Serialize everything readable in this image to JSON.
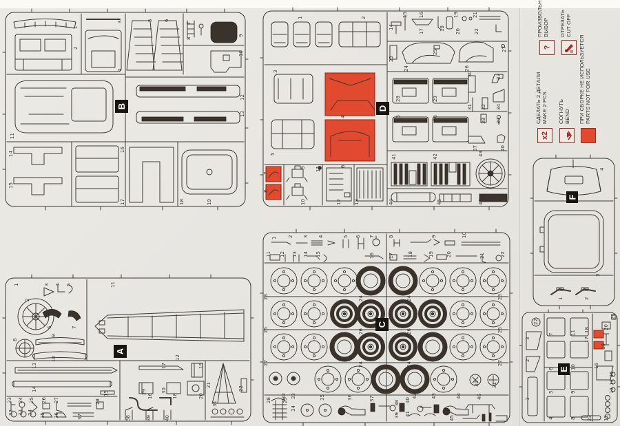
{
  "document": {
    "kind": "model-kit sprue parts map",
    "colors": {
      "paper": "#e8e6e1",
      "line": "#3d3a35",
      "red_highlight": "#e14a2e",
      "legend_red": "#b6251d",
      "badge_bg": "#181410",
      "badge_fg": "#ffffff"
    }
  },
  "legend": {
    "items": [
      {
        "id": "optional-choice",
        "icon": "question-icon",
        "icon_label": "?",
        "ru": "ПРОИЗВОЛЬНЫЙ",
        "en": "ВЫБОР"
      },
      {
        "id": "cut-off",
        "icon": "knife-icon",
        "icon_label": "",
        "ru": "ОТРЕЗАТЬ",
        "en": "CUT OFF"
      },
      {
        "id": "make-2-pcs",
        "icon": "x2-icon",
        "icon_label": "x2",
        "ru": "СДЕЛАТЬ 2 ДЕТАЛИ",
        "en": "MAKE 2 PCS"
      },
      {
        "id": "bend",
        "icon": "bend-arrow-icon",
        "icon_label": "",
        "ru": "СОГНУТЬ",
        "en": "BEND"
      },
      {
        "id": "not-for-use",
        "icon": "red-square-icon",
        "icon_label": "",
        "ru": "ПРИ СБОРКЕ НЕ ИСПОЛЬЗУЕТСЯ",
        "en": "PARTS NOT FOR USE"
      }
    ]
  },
  "sprues": {
    "B": {
      "letter": "B",
      "red_parts": [],
      "parts": [
        [
          1,
          106,
          26
        ],
        [
          2,
          106,
          56
        ],
        [
          3,
          170,
          18
        ],
        [
          4,
          170,
          88
        ],
        [
          5,
          214,
          16
        ],
        [
          6,
          238,
          16
        ],
        [
          7,
          270,
          20
        ],
        [
          8,
          270,
          42
        ],
        [
          9,
          346,
          38
        ],
        [
          10,
          346,
          66
        ],
        [
          11,
          14,
          186
        ],
        [
          12,
          348,
          130
        ],
        [
          13,
          348,
          154
        ],
        [
          14,
          12,
          212
        ],
        [
          15,
          12,
          258
        ],
        [
          16,
          174,
          206
        ],
        [
          17,
          174,
          282
        ],
        [
          18,
          260,
          282
        ],
        [
          19,
          300,
          282
        ]
      ]
    },
    "D": {
      "letter": "D",
      "red_parts": [
        4,
        6,
        7,
        8
      ],
      "parts": [
        [
          1,
          58,
          14
        ],
        [
          2,
          150,
          14
        ],
        [
          3,
          22,
          92
        ],
        [
          4,
          120,
          158
        ],
        [
          5,
          18,
          212
        ],
        [
          6,
          120,
          230
        ],
        [
          7,
          8,
          240
        ],
        [
          8,
          8,
          266
        ],
        [
          9,
          62,
          232
        ],
        [
          10,
          62,
          284
        ],
        [
          11,
          84,
          236
        ],
        [
          12,
          114,
          284
        ],
        [
          13,
          140,
          284
        ],
        [
          14,
          190,
          30
        ],
        [
          15,
          210,
          12
        ],
        [
          16,
          234,
          12
        ],
        [
          17,
          234,
          36
        ],
        [
          18,
          264,
          32
        ],
        [
          19,
          284,
          12
        ],
        [
          20,
          287,
          36
        ],
        [
          21,
          312,
          12
        ],
        [
          22,
          314,
          36
        ],
        [
          23,
          190,
          76
        ],
        [
          24,
          212,
          90
        ],
        [
          25,
          254,
          66
        ],
        [
          26,
          300,
          90
        ],
        [
          27,
          354,
          62
        ],
        [
          28,
          200,
          134
        ],
        [
          29,
          254,
          134
        ],
        [
          30,
          304,
          98
        ],
        [
          31,
          304,
          146
        ],
        [
          32,
          324,
          146
        ],
        [
          33,
          346,
          102
        ],
        [
          34,
          346,
          146
        ],
        [
          35,
          200,
          162
        ],
        [
          36,
          254,
          162
        ],
        [
          37,
          312,
          206
        ],
        [
          38,
          324,
          166
        ],
        [
          39,
          346,
          166
        ],
        [
          40,
          352,
          206
        ],
        [
          41,
          194,
          218
        ],
        [
          42,
          254,
          218
        ],
        [
          43,
          320,
          214
        ],
        [
          44,
          190,
          284
        ],
        [
          45,
          260,
          284
        ],
        [
          46,
          320,
          284
        ]
      ]
    },
    "A": {
      "letter": "A",
      "red_parts": [],
      "parts": [
        [
          1,
          20,
          14
        ],
        [
          2,
          36,
          36
        ],
        [
          3,
          64,
          14
        ],
        [
          4,
          80,
          14
        ],
        [
          5,
          96,
          14
        ],
        [
          6,
          68,
          76
        ],
        [
          7,
          104,
          76
        ],
        [
          8,
          18,
          94
        ],
        [
          9,
          74,
          88
        ],
        [
          10,
          74,
          124
        ],
        [
          11,
          160,
          16
        ],
        [
          12,
          254,
          122
        ],
        [
          13,
          46,
          134
        ],
        [
          14,
          46,
          168
        ],
        [
          15,
          150,
          174
        ],
        [
          16,
          214,
          178
        ],
        [
          17,
          234,
          134
        ],
        [
          18,
          250,
          178
        ],
        [
          19,
          288,
          134
        ],
        [
          20,
          288,
          178
        ],
        [
          21,
          299,
          162
        ],
        [
          22,
          346,
          167
        ],
        [
          23,
          10,
          184
        ],
        [
          24,
          26,
          184
        ],
        [
          25,
          42,
          184
        ],
        [
          26,
          60,
          184
        ],
        [
          27,
          78,
          184
        ],
        [
          28,
          138,
          186
        ],
        [
          29,
          205,
          172
        ],
        [
          30,
          234,
          170
        ],
        [
          31,
          308,
          189
        ],
        [
          32,
          12,
          202
        ],
        [
          33,
          26,
          202
        ],
        [
          34,
          40,
          202
        ],
        [
          35,
          58,
          206
        ],
        [
          36,
          78,
          206
        ],
        [
          37,
          112,
          208
        ],
        [
          38,
          182,
          210
        ],
        [
          39,
          212,
          210
        ],
        [
          40,
          239,
          210
        ]
      ]
    },
    "C": {
      "letter": "C",
      "red_parts": [],
      "parts": [
        [
          1,
          20,
          12
        ],
        [
          2,
          44,
          10
        ],
        [
          3,
          66,
          10
        ],
        [
          4,
          88,
          10
        ],
        [
          5,
          124,
          10
        ],
        [
          6,
          142,
          10
        ],
        [
          7,
          162,
          10
        ],
        [
          8,
          190,
          10
        ],
        [
          9,
          252,
          10
        ],
        [
          10,
          296,
          10
        ],
        [
          11,
          12,
          38
        ],
        [
          12,
          32,
          38
        ],
        [
          13,
          50,
          38
        ],
        [
          14,
          66,
          38
        ],
        [
          15,
          84,
          38
        ],
        [
          16,
          162,
          40
        ],
        [
          17,
          190,
          40
        ],
        [
          18,
          218,
          38
        ],
        [
          19,
          248,
          38
        ],
        [
          20,
          274,
          38
        ],
        [
          21,
          322,
          40
        ],
        [
          22,
          352,
          38
        ],
        [
          23,
          8,
          100
        ],
        [
          24,
          146,
          102
        ],
        [
          24,
          216,
          102
        ],
        [
          23,
          348,
          100
        ],
        [
          25,
          8,
          148
        ],
        [
          26,
          146,
          150
        ],
        [
          26,
          216,
          150
        ],
        [
          25,
          348,
          148
        ],
        [
          27,
          8,
          196
        ],
        [
          24,
          146,
          198
        ],
        [
          24,
          216,
          198
        ],
        [
          27,
          348,
          196
        ],
        [
          28,
          12,
          250
        ],
        [
          29,
          36,
          250
        ],
        [
          30,
          314,
          226
        ],
        [
          31,
          340,
          228
        ],
        [
          32,
          34,
          244
        ],
        [
          33,
          48,
          244
        ],
        [
          34,
          48,
          262
        ],
        [
          35,
          90,
          246
        ],
        [
          36,
          130,
          246
        ],
        [
          37,
          162,
          248
        ],
        [
          38,
          198,
          254
        ],
        [
          39,
          198,
          272
        ],
        [
          40,
          214,
          250
        ],
        [
          41,
          214,
          270
        ],
        [
          42,
          224,
          244
        ],
        [
          43,
          252,
          244
        ],
        [
          44,
          288,
          244
        ],
        [
          45,
          278,
          276
        ],
        [
          46,
          318,
          245
        ]
      ]
    },
    "F": {
      "letter": "F",
      "red_parts": [],
      "parts": [
        [
          4,
          104,
          20
        ],
        [
          3,
          98,
          174
        ],
        [
          1,
          44,
          208
        ],
        [
          2,
          82,
          208
        ]
      ]
    },
    "E": {
      "letter": "E",
      "red_parts": [
        17,
        18
      ],
      "parts": [
        [
          1,
          12,
          130
        ],
        [
          2,
          12,
          74
        ],
        [
          3,
          12,
          42
        ],
        [
          22,
          24,
          20
        ],
        [
          4,
          46,
          158
        ],
        [
          5,
          46,
          120
        ],
        [
          6,
          46,
          86
        ],
        [
          7,
          46,
          36
        ],
        [
          8,
          78,
          158
        ],
        [
          9,
          78,
          120
        ],
        [
          10,
          78,
          86
        ],
        [
          11,
          78,
          36
        ],
        [
          12,
          126,
          160
        ],
        [
          13,
          134,
          120
        ],
        [
          14,
          134,
          108
        ],
        [
          15,
          134,
          96
        ],
        [
          16,
          112,
          84
        ],
        [
          17,
          98,
          46
        ],
        [
          18,
          98,
          32
        ],
        [
          19,
          122,
          56
        ],
        [
          20,
          126,
          28
        ],
        [
          21,
          136,
          12
        ],
        [
          23,
          102,
          160
        ]
      ]
    }
  }
}
